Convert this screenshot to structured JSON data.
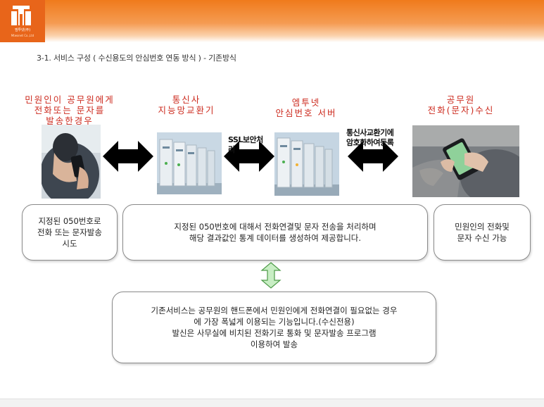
{
  "slide": {
    "logo_text": "엠투넷(주)",
    "logo_sub": "Mtwonet Co.,Ltd",
    "subtitle": "3-1. 서비스 구성 ( 수신용도의 안심번호 연동 방식 ) - 기존방식"
  },
  "nodes": [
    {
      "title_lines": [
        "민원인이 공무원에게",
        "전화또는 문자를",
        "발송한경우"
      ]
    },
    {
      "title_lines": [
        "통신사",
        "지능망교환기"
      ]
    },
    {
      "title_lines": [
        "엠투넷",
        "안심번호 서버"
      ]
    },
    {
      "title_lines": [
        "공무원",
        "전화(문자)수신"
      ]
    }
  ],
  "arrows": [
    {
      "label_lines": []
    },
    {
      "label_lines": [
        "SSL보안처",
        "리"
      ]
    },
    {
      "label_lines": [
        "통신사교환기에",
        "암호화하여등록"
      ]
    }
  ],
  "boxes": {
    "left": [
      "지정된 050번호로",
      "전화 또는 문자발송",
      "시도"
    ],
    "middle": [
      "지정된 050번호에 대해서 전화연결및 문자 전송을 처리하며",
      "해당 결과값인 통계 데이터를 생성하여 제공합니다."
    ],
    "right": [
      "민원인의 전화및",
      "문자 수신 가능"
    ],
    "bottom": [
      "기존서비스는 공무원의 핸드폰에서 민원인에게 전화연결이 필요없는 경우",
      "에 가장 폭넓게 이용되는 기능입니다.(수신전용)",
      "발신은 사무실에 비치된 전화기로 통화 및 문자발송 프로그램",
      "이용하여 발송"
    ]
  },
  "colors": {
    "header_orange": "#f07a1c",
    "title_red": "#cc2a1e",
    "connector_green": "#7ec87a"
  }
}
